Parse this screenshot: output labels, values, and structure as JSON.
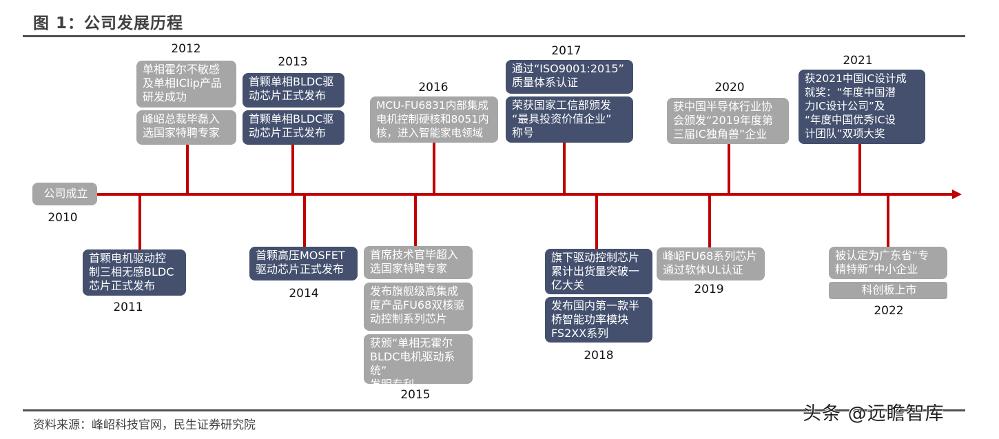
{
  "header": {
    "title": "图 1：公司发展历程"
  },
  "footer": {
    "source": "资料来源：峰岹科技官网，民生证券研究院",
    "watermark": "头条 @远瞻智库"
  },
  "colors": {
    "axis": "#c00000",
    "box_gray": "#a6a6a6",
    "box_navy": "#44506e",
    "rule": "#505050"
  },
  "timeline": {
    "y2010": {
      "year": "2010",
      "events": [
        "公司成立"
      ]
    },
    "y2011": {
      "year": "2011",
      "events": [
        "首颗电机驱动控\n制三相无感BLDC\n芯片正式发布"
      ]
    },
    "y2012": {
      "year": "2012",
      "events": [
        "单相霍尔不敏感\n及单相IClip产品\n研发成功",
        "峰岹总裁毕磊入\n选国家特聘专家"
      ]
    },
    "y2013": {
      "year": "2013",
      "events": [
        "首颗单相BLDC驱\n动芯片正式发布",
        "首颗单相BLDC驱\n动芯片正式发布"
      ]
    },
    "y2014": {
      "year": "2014",
      "events": [
        "首颗高压MOSFET\n驱动芯片正式发布"
      ]
    },
    "y2015": {
      "year": "2015",
      "events": [
        "首席技术官毕超入\n选国家特聘专家",
        "发布旗舰级高集成\n度产品FU68双核驱\n动控制系列芯片",
        "获颁“单相无霍尔\nBLDC电机驱动系统”\n发明专利"
      ]
    },
    "y2016": {
      "year": "2016",
      "events": [
        "MCU-FU6831内部集成\n电机控制硬核和8051内\n核，进入智能家电领域"
      ]
    },
    "y2017": {
      "year": "2017",
      "events": [
        "通过“ISO9001:2015”\n质量体系认证",
        "荣获国家工信部颁发\n“最具投资价值企业”\n称号"
      ]
    },
    "y2018": {
      "year": "2018",
      "events": [
        "旗下驱动控制芯片\n累计出货量突破一\n亿大关",
        "发布国内第一款半\n桥智能功率模块\nFS2XX系列"
      ]
    },
    "y2019": {
      "year": "2019",
      "events": [
        "峰岹FU68系列芯片\n通过软体UL认证"
      ]
    },
    "y2020": {
      "year": "2020",
      "events": [
        "获中国半导体行业协\n会颁发“2019年度第\n三届IC独角兽”企业"
      ]
    },
    "y2021": {
      "year": "2021",
      "events": [
        "获2021中国IC设计成\n就奖：“年度中国潜\n力IC设计公司”及\n“年度中国优秀IC设\n计团队”双项大奖"
      ]
    },
    "y2022": {
      "year": "2022",
      "events": [
        "被认定为广东省“专\n精特新”中小企业",
        "科创板上市"
      ]
    }
  }
}
